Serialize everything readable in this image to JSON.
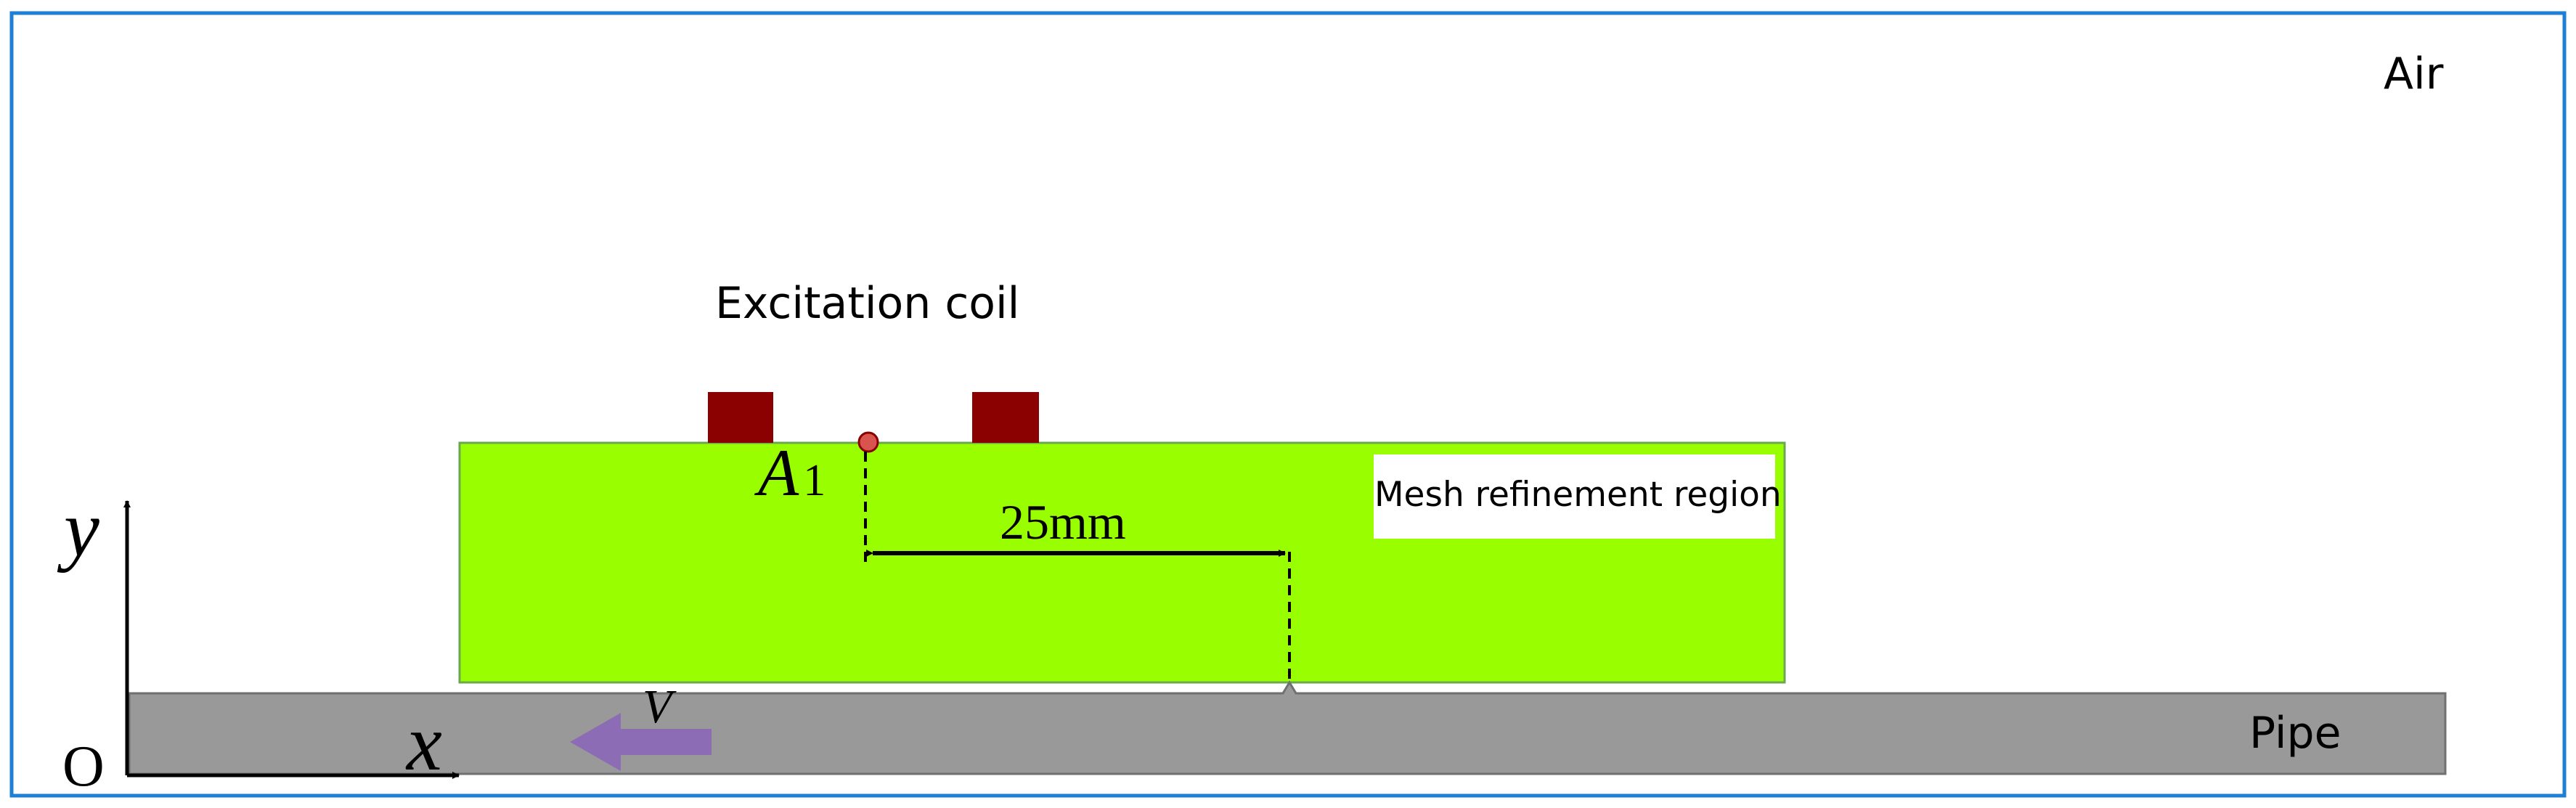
{
  "labels": {
    "air": "Air",
    "excitation_coil": "Excitation coil",
    "mesh_refinement": "Mesh refinement region",
    "point_a_letter": "A",
    "point_a_subscript": "1",
    "distance": "25mm",
    "pipe": "Pipe",
    "velocity": "V",
    "axis_x": "x",
    "axis_y": "y",
    "origin": "O"
  },
  "colors": {
    "border": "#1e7fd6",
    "refinement_region": "#99ff00",
    "coil": "#8b0000",
    "pipe": "#999999",
    "velocity_arrow": "#8c6cb4",
    "point_marker": "#d9534f"
  }
}
